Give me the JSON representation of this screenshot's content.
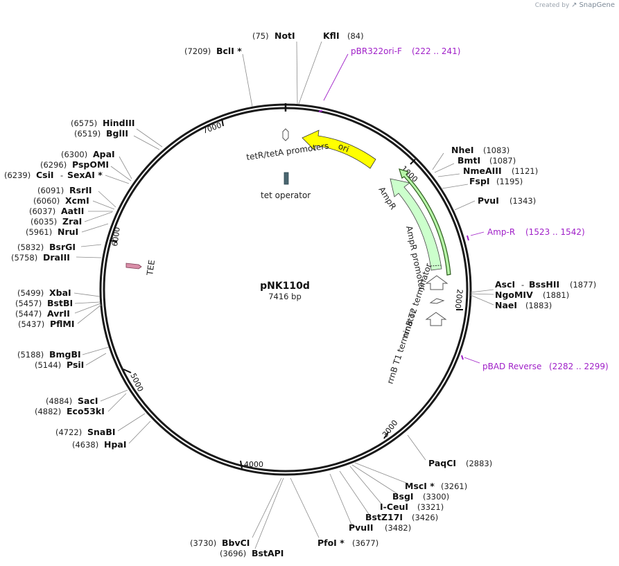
{
  "credit": {
    "text": "Created by",
    "brand": "SnapGene"
  },
  "plasmid": {
    "name": "pNK110d",
    "length": "7416 bp"
  },
  "ticks": [
    "1000",
    "2000",
    "3000",
    "4000",
    "5000",
    "6000",
    "7000"
  ],
  "features": {
    "ori": "ori",
    "ampr": "AmpR",
    "ampr_promoter": "AmpR promoter",
    "tet_promoters": "tetR/tetA promoters",
    "tet_operator": "tet operator",
    "rrnb_t2": "rrnB T2 terminator",
    "rrnb_t1": "rrnB T1 terminator",
    "tee": "TEE"
  },
  "primers": [
    {
      "name": "pBR322ori-F",
      "range": "(222 .. 241)"
    },
    {
      "name": "Amp-R",
      "range": "(1523 .. 1542)"
    },
    {
      "name": "pBAD Reverse",
      "range": "(2282 .. 2299)"
    }
  ],
  "sites_right": [
    {
      "name": "NotI",
      "pos": "(75)"
    },
    {
      "name": "KflI",
      "pos": "(84)"
    },
    {
      "name": "NheI",
      "pos": "(1083)"
    },
    {
      "name": "BmtI",
      "pos": "(1087)"
    },
    {
      "name": "NmeAIII",
      "pos": "(1121)"
    },
    {
      "name": "FspI",
      "pos": "(1195)"
    },
    {
      "name": "PvuI",
      "pos": "(1343)"
    },
    {
      "name": "AscI",
      "sep": "-",
      "name2": "BssHII",
      "pos": "(1877)"
    },
    {
      "name": "NgoMIV",
      "pos": "(1881)"
    },
    {
      "name": "NaeI",
      "pos": "(1883)"
    },
    {
      "name": "PaqCI",
      "pos": "(2883)"
    },
    {
      "name": "MscI *",
      "pos": "(3261)"
    },
    {
      "name": "BsgI",
      "pos": "(3300)"
    },
    {
      "name": "I-CeuI",
      "pos": "(3321)"
    },
    {
      "name": "BstZ17I",
      "pos": "(3426)"
    },
    {
      "name": "PvuII",
      "pos": "(3482)"
    },
    {
      "name": "PfoI *",
      "pos": "(3677)"
    }
  ],
  "sites_left": [
    {
      "name": "BclI *",
      "pos": "(7209)"
    },
    {
      "name": "HindIII",
      "pos": "(6575)"
    },
    {
      "name": "BglII",
      "pos": "(6519)"
    },
    {
      "name": "ApaI",
      "pos": "(6300)"
    },
    {
      "name": "PspOMI",
      "pos": "(6296)"
    },
    {
      "name": "CsiI",
      "sep": "-",
      "name2": "SexAI *",
      "pos": "(6239)"
    },
    {
      "name": "RsrII",
      "pos": "(6091)"
    },
    {
      "name": "XcmI",
      "pos": "(6060)"
    },
    {
      "name": "AatII",
      "pos": "(6037)"
    },
    {
      "name": "ZraI",
      "pos": "(6035)"
    },
    {
      "name": "NruI",
      "pos": "(5961)"
    },
    {
      "name": "BsrGI",
      "pos": "(5832)"
    },
    {
      "name": "DraIII",
      "pos": "(5758)"
    },
    {
      "name": "XbaI",
      "pos": "(5499)"
    },
    {
      "name": "BstBI",
      "pos": "(5457)"
    },
    {
      "name": "AvrII",
      "pos": "(5447)"
    },
    {
      "name": "PflMI",
      "pos": "(5437)"
    },
    {
      "name": "BmgBI",
      "pos": "(5188)"
    },
    {
      "name": "PsiI",
      "pos": "(5144)"
    },
    {
      "name": "SacI",
      "pos": "(4884)"
    },
    {
      "name": "Eco53kI",
      "pos": "(4882)"
    },
    {
      "name": "SnaBI",
      "pos": "(4722)"
    },
    {
      "name": "HpaI",
      "pos": "(4638)"
    },
    {
      "name": "BbvCI",
      "pos": "(3730)"
    },
    {
      "name": "BstAPI",
      "pos": "(3696)"
    }
  ],
  "colors": {
    "backbone": "#1a1a1a",
    "ori": "#ffff00",
    "ampr": "#ccffcc",
    "ampr_promoter": "#b7f5a8",
    "primer": "#a020c8",
    "tee": "#d98ea8",
    "operator": "#4a6670"
  }
}
